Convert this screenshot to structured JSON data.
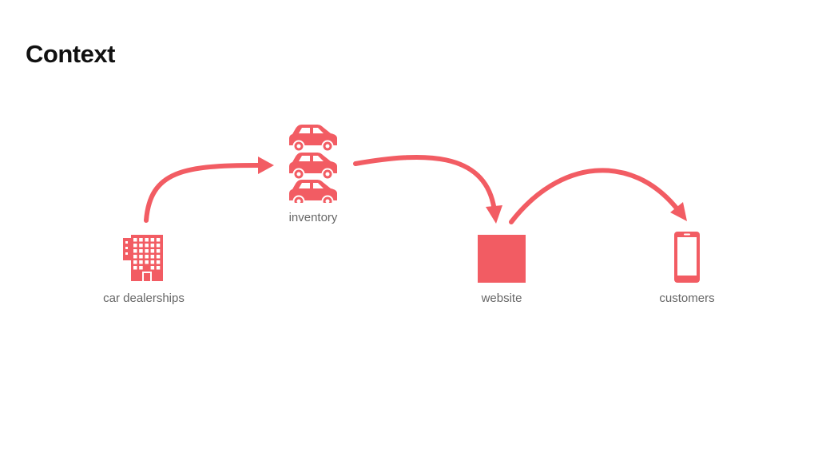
{
  "slide": {
    "title": "Context",
    "accent_color": "#f25c63"
  },
  "nodes": {
    "dealers": {
      "label": "car dealerships",
      "icon": "building-icon"
    },
    "inventory": {
      "label": "inventory",
      "icon": "car-icon"
    },
    "website": {
      "label": "website",
      "icon": "square-icon"
    },
    "customers": {
      "label": "customers",
      "icon": "smartphone-icon"
    }
  },
  "edges": [
    {
      "from": "dealers",
      "to": "inventory"
    },
    {
      "from": "inventory",
      "to": "website"
    },
    {
      "from": "website",
      "to": "customers"
    }
  ]
}
